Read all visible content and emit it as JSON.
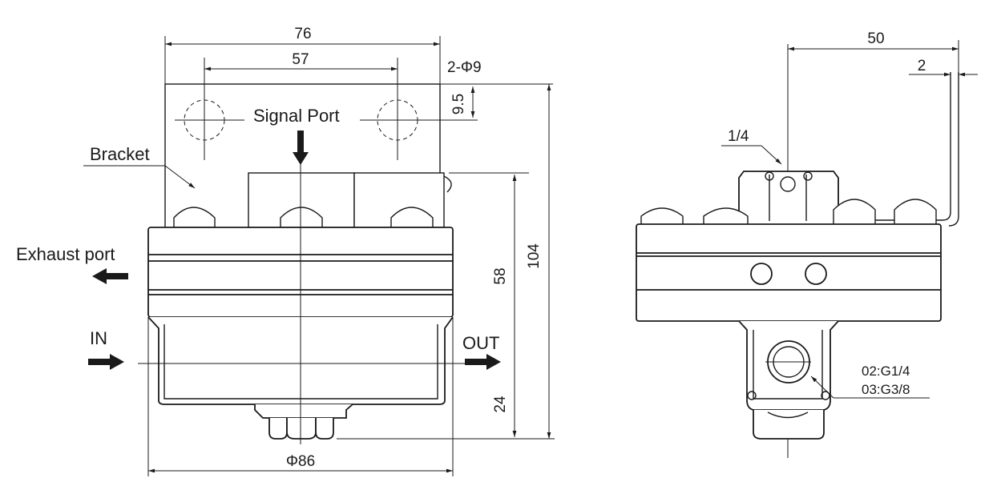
{
  "front_view": {
    "dim_width_bracket": "76",
    "dim_hole_spacing": "57",
    "dim_holes": "2-Φ9",
    "dim_hole_offset": "9.5",
    "dim_body_height": "58",
    "dim_total_height": "104",
    "dim_bottom": "24",
    "dim_diameter": "Φ86",
    "label_signal_port": "Signal Port",
    "label_bracket": "Bracket",
    "label_exhaust": "Exhaust port",
    "label_in": "IN",
    "label_out": "OUT"
  },
  "side_view": {
    "dim_width": "50",
    "dim_thickness": "2",
    "label_quarter": "1/4",
    "label_port_02": "02:G1/4",
    "label_port_03": "03:G3/8"
  },
  "colors": {
    "line": "#1a1a1a",
    "background": "#ffffff"
  }
}
